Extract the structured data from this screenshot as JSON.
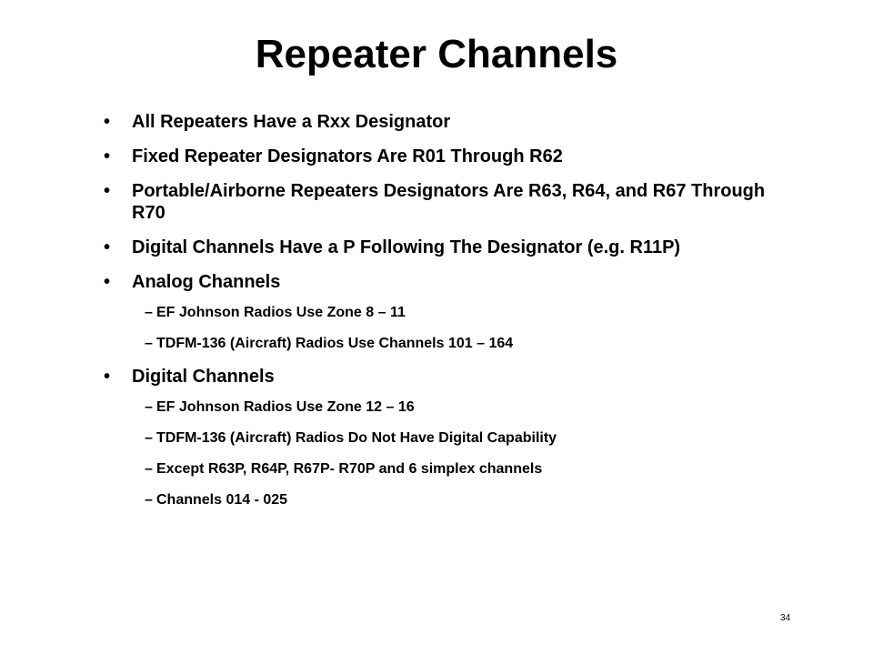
{
  "slide": {
    "title": "Repeater Channels",
    "page_number": "34",
    "bullet_glyph": "•",
    "dash_glyph": "–",
    "items": [
      {
        "text": "All Repeaters Have a Rxx Designator"
      },
      {
        "text": "Fixed Repeater Designators Are R01 Through R62"
      },
      {
        "text": "Portable/Airborne Repeaters Designators Are R63, R64, and R67 Through R70"
      },
      {
        "text": "Digital Channels Have a P Following The Designator (e.g. R11P)"
      },
      {
        "text": "Analog Channels",
        "subitems": [
          "EF Johnson Radios Use Zone 8 – 11",
          "TDFM-136 (Aircraft) Radios Use Channels 101 – 164"
        ]
      },
      {
        "text": "Digital Channels",
        "subitems": [
          "EF Johnson Radios Use Zone 12 – 16",
          "TDFM-136 (Aircraft) Radios Do Not Have Digital Capability",
          "Except R63P, R64P, R67P- R70P and 6 simplex channels",
          "Channels 014 - 025"
        ]
      }
    ]
  }
}
